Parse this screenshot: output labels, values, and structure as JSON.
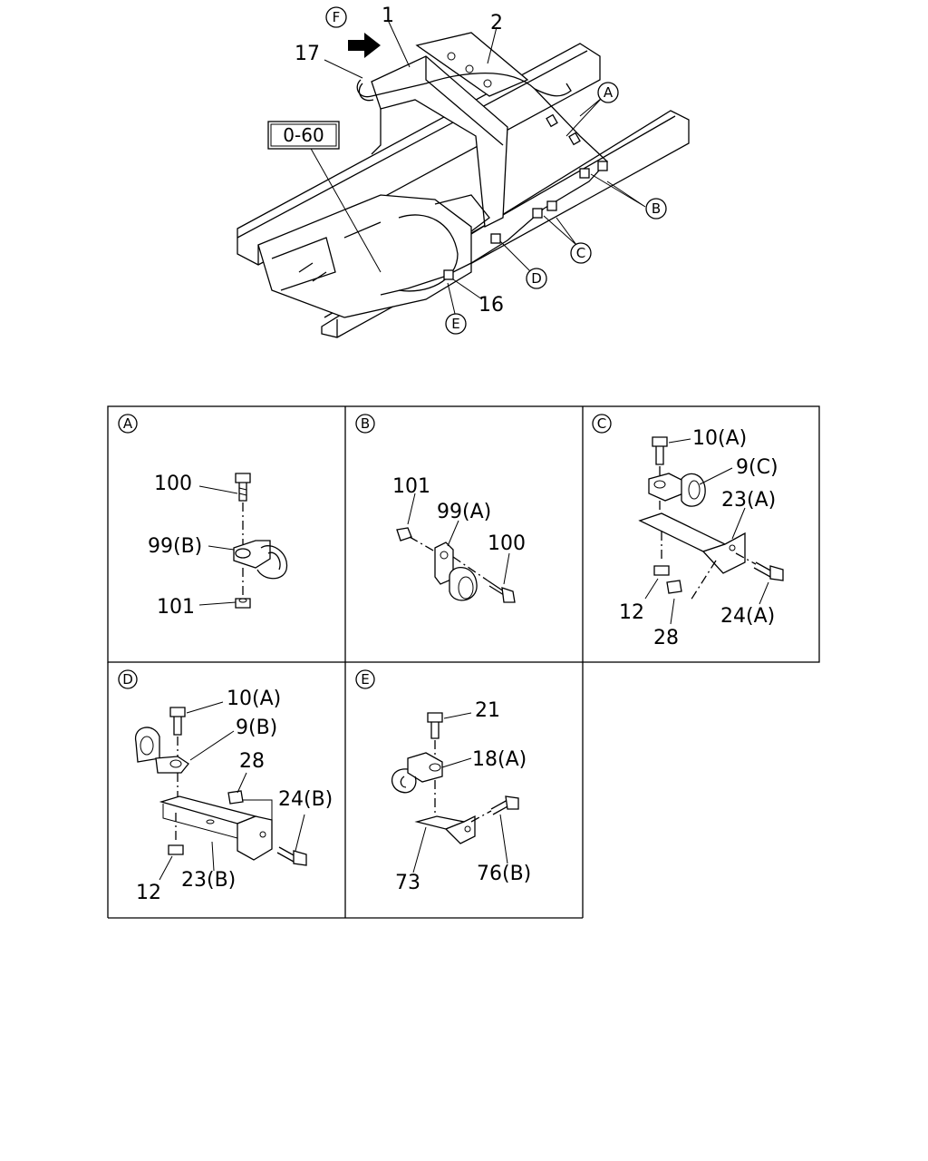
{
  "overview": {
    "callouts": {
      "f": "F",
      "a": "A",
      "b": "B",
      "c": "C",
      "d": "D",
      "e": "E"
    },
    "labels": {
      "p1": "1",
      "p2": "2",
      "p17": "17",
      "p16": "16"
    },
    "ref_box": "0-60"
  },
  "details": {
    "a": {
      "letter": "A",
      "labels": [
        "100",
        "99(B)",
        "101"
      ]
    },
    "b": {
      "letter": "B",
      "labels": [
        "101",
        "99(A)",
        "100"
      ]
    },
    "c": {
      "letter": "C",
      "labels": [
        "10(A)",
        "9(C)",
        "23(A)",
        "12",
        "28",
        "24(A)"
      ]
    },
    "d": {
      "letter": "D",
      "labels": [
        "10(A)",
        "9(B)",
        "28",
        "24(B)",
        "12",
        "23(B)"
      ]
    },
    "e": {
      "letter": "E",
      "labels": [
        "21",
        "18(A)",
        "73",
        "76(B)"
      ]
    }
  }
}
